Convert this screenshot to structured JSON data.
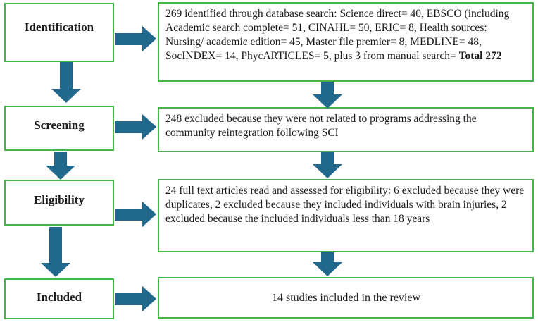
{
  "diagram_type": "prisma-flow-diagram",
  "stages": [
    {
      "label": "Identification",
      "detail_text": "269 identified through database search: Science direct= 40, EBSCO (including Academic search complete= 51, CINAHL= 50, ERIC= 8, Health sources: Nursing/ academic edition= 45, Master file premier= 8, MEDLINE= 48, SocINDEX= 14, PhycARTICLES= 5, plus 3 from manual search= ",
      "detail_bold": "Total 272"
    },
    {
      "label": "Screening",
      "detail": "248 excluded because they were not related to programs addressing the community reintegration following SCI"
    },
    {
      "label": "Eligibility",
      "detail": "24 full text articles read and assessed for eligibility: 6 excluded because they were duplicates, 2 excluded because they included individuals with brain injuries, 2 excluded because the included individuals less than 18 years"
    },
    {
      "label": "Included",
      "detail": "14 studies included in the review"
    }
  ],
  "colors": {
    "box_border": "#45b549",
    "arrow_fill": "#20698c",
    "text": "#1b1b1b",
    "background": "#ffffff"
  }
}
